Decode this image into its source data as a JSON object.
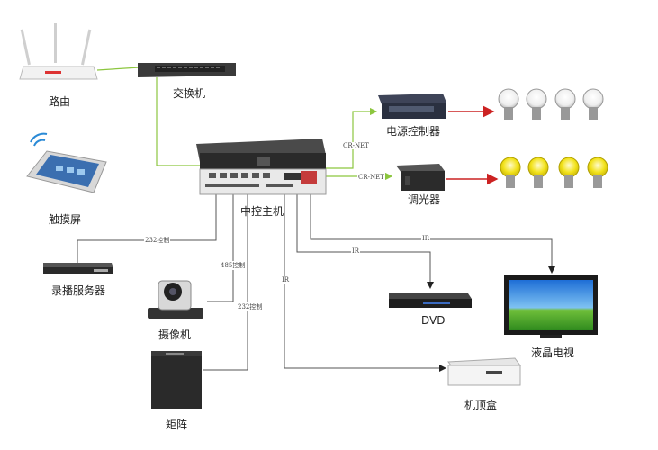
{
  "labels": {
    "router": "路由",
    "switch": "交换机",
    "touch_screen": "触摸屏",
    "central_controller": "中控主机",
    "power_controller": "电源控制器",
    "dimmer": "调光器",
    "recording_server": "录播服务器",
    "camera": "摄像机",
    "matrix": "矩阵",
    "dvd": "DVD",
    "lcd_tv": "液晶电视",
    "set_top_box": "机顶盒"
  },
  "connections": {
    "cr_net_power": "CR-NET",
    "cr_net_dimmer": "CR-NET",
    "rs232_recording": "232控制",
    "rs485_camera": "485控制",
    "rs232_matrix": "232控制",
    "ir_set_top_box": "IR",
    "ir_dvd": "IR",
    "ir_tv": "IR"
  },
  "colors": {
    "network_line": "#8cc63f",
    "control_line": "#555555",
    "power_line": "#cc2222",
    "bulb_on": "#f2e21a",
    "bulb_off": "#eeeeee"
  }
}
